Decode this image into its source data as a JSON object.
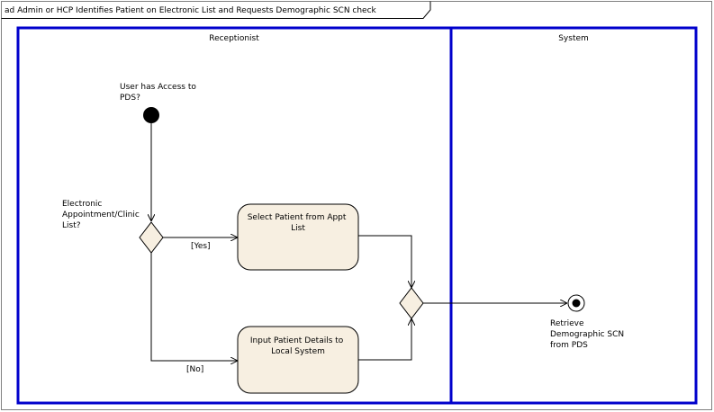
{
  "frame": {
    "title": "ad Admin or HCP Identifies Patient on Electronic  List and Requests Demographic SCN check"
  },
  "lanes": [
    {
      "name": "Receptionist"
    },
    {
      "name": "System"
    }
  ],
  "initial_node": {
    "lines": [
      "User has Access to",
      "PDS?"
    ]
  },
  "decision": {
    "lines": [
      "Electronic",
      "Appointment/Clinic",
      "List?"
    ]
  },
  "guards": {
    "yes": "[Yes]",
    "no": "[No]"
  },
  "actions": [
    {
      "lines": [
        "Select Patient from Appt",
        "List"
      ]
    },
    {
      "lines": [
        "Input Patient Details to",
        "Local System"
      ]
    }
  ],
  "final_node": {
    "lines": [
      "Retrieve",
      "Demographic SCN",
      "from PDS"
    ]
  },
  "colors": {
    "lane_border": "#0000cc",
    "action_fill": "#f7efe1",
    "decision_fill": "#f7efe1",
    "line": "#000000"
  }
}
